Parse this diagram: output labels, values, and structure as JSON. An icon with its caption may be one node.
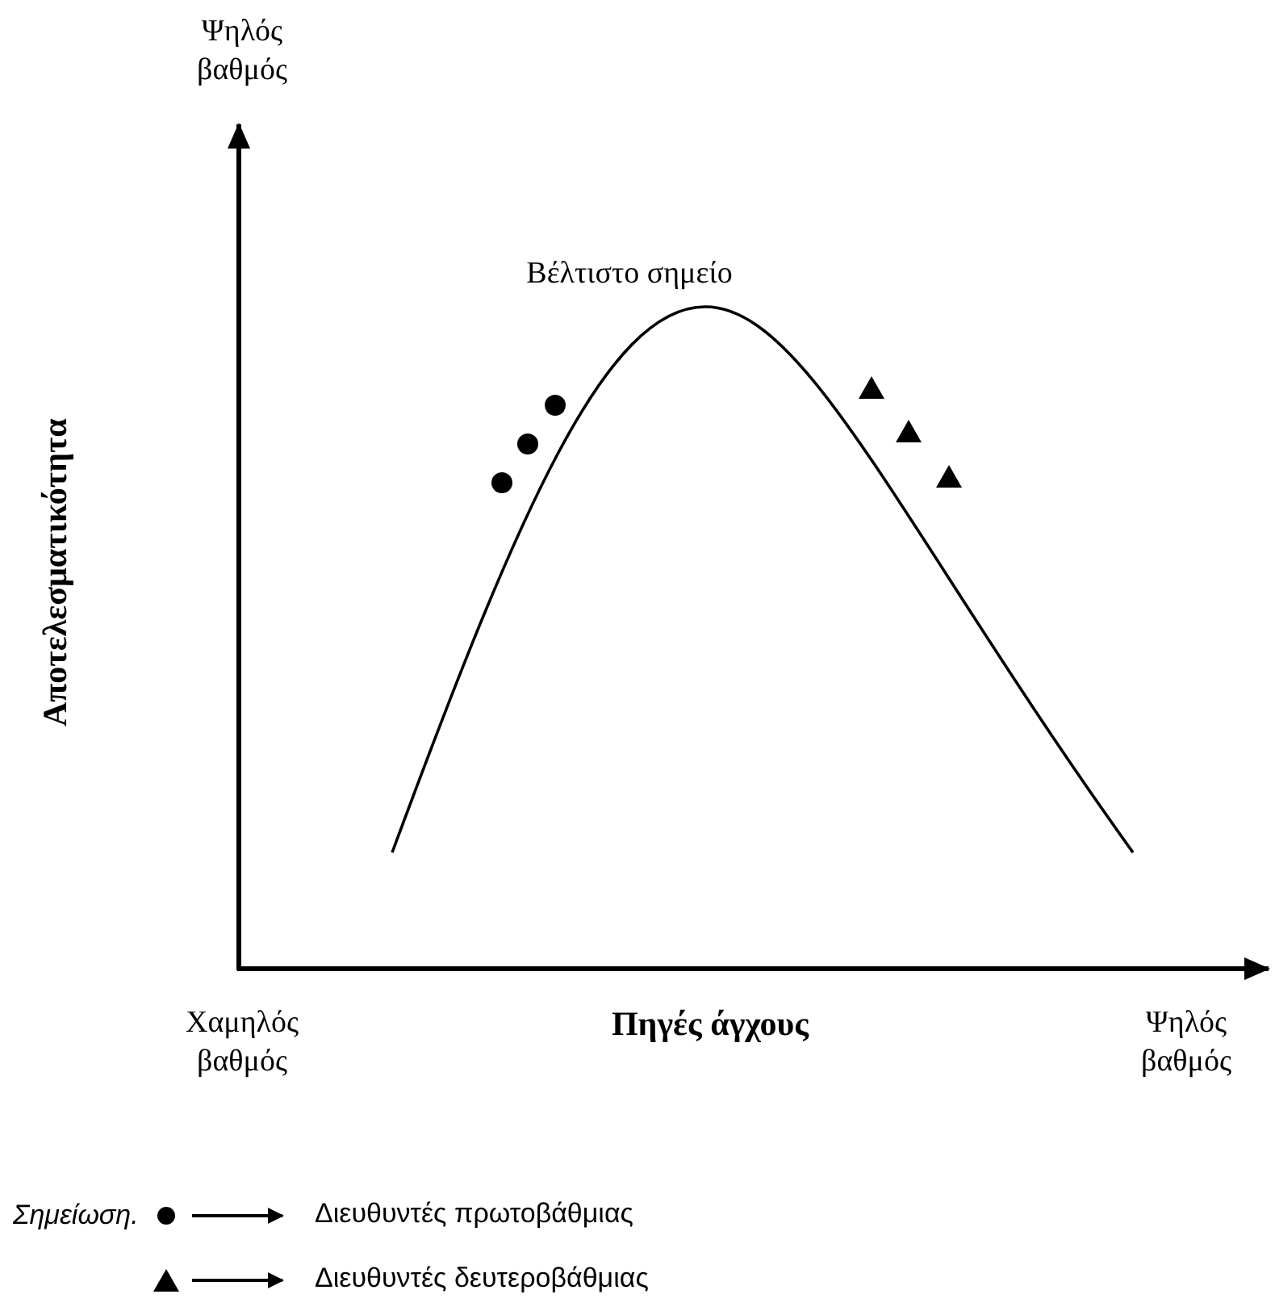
{
  "diagram": {
    "labels": [
      "Ψηλός βαθμός",
      "Αποτελεσματικότητα",
      "Βέλτιστο σημείο",
      "Χαμηλός βαθμός",
      "Πηγές άγχους",
      "Ψηλός βαθμός",
      "Σημείωση."
    ],
    "legend": [
      {
        "text": "Διευθυντές πρωτοβάθμιας"
      },
      {
        "text": "Διευθυντές δευτεροβάθμιας"
      }
    ]
  }
}
